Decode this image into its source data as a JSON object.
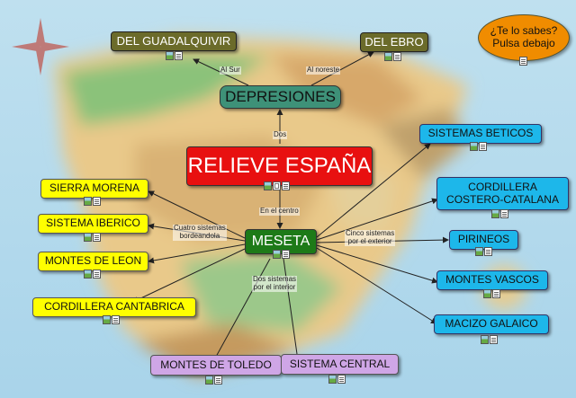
{
  "nodes": {
    "relieve": "RELIEVE ESPAÑA",
    "depresiones": "DEPRESIONES",
    "guadalquivir": "DEL GUADALQUIVIR",
    "ebro": "DEL EBRO",
    "meseta": "MESETA",
    "sierra_morena": "SIERRA MORENA",
    "sistema_iberico": "SISTEMA IBERICO",
    "montes_leon": "MONTES DE LEON",
    "cordillera_cantabrica": "CORDILLERA CANTABRICA",
    "montes_toledo": "MONTES DE TOLEDO",
    "sistema_central": "SISTEMA CENTRAL",
    "sistemas_beticos": "SISTEMAS BETICOS",
    "costero_catalana": "CORDILLERA\nCOSTERO-CATALANA",
    "pirineos": "PIRINEOS",
    "montes_vascos": "MONTES VASCOS",
    "macizo_galaico": "MACIZO GALAICO",
    "te_lo_sabes": "¿Te lo sabes?\nPulsa debajo"
  },
  "links": {
    "dos": "Dos",
    "al_sur": "Al Sur",
    "al_noreste": "Al noreste",
    "en_el_centro": "En el centro",
    "cuatro": "Cuatro sistemas\nbordeandola",
    "cinco": "Cinco sistemas\npor el exterior",
    "dos_interior": "Dos sistemas\npor el interior"
  },
  "colors": {
    "main": "#e81010",
    "depresiones": "#3e9178",
    "depression_children": "#6b6b2a",
    "meseta": "#1d7a18",
    "bordering": "#ffff00",
    "exterior": "#1db7ea",
    "interior": "#cfa6e6",
    "quiz": "#f08c00"
  },
  "icons": [
    "image-icon",
    "document-icon",
    "map-icon"
  ]
}
